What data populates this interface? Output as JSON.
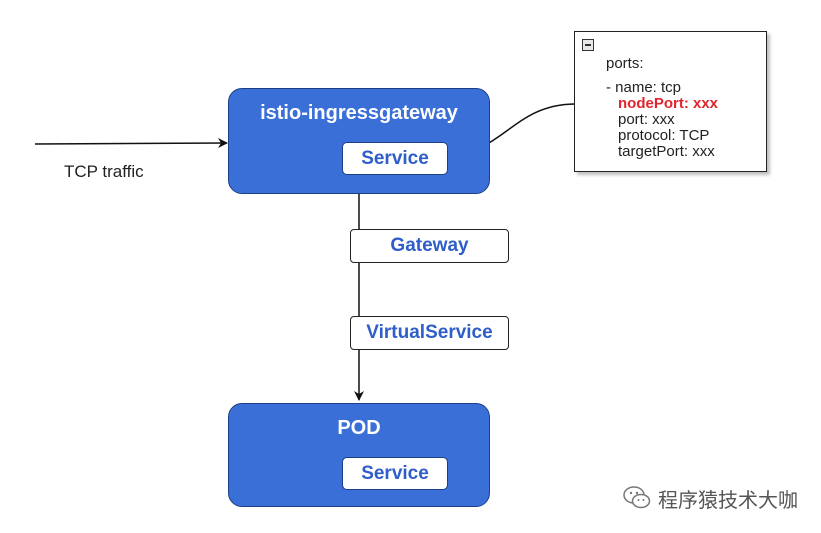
{
  "gateway_node": {
    "title": "istio-ingressgateway",
    "service_label": "Service"
  },
  "traffic_label": "TCP traffic",
  "gateway_label": "Gateway",
  "virtualservice_label": "VirtualService",
  "pod_node": {
    "title": "POD",
    "service_label": "Service"
  },
  "ports_note": {
    "lines": [
      "ports:",
      "- name: tcp",
      "nodePort: xxx",
      "port: xxx",
      "protocol: TCP",
      "targetPort: xxx"
    ],
    "highlight_color": "#e0252e"
  },
  "watermark": {
    "text": "程序猿技术大咖",
    "icon": "wechat-icon"
  },
  "colors": {
    "node_fill": "#3a6fd8",
    "node_border": "#1d3f86",
    "label_text": "#2f5ec9"
  }
}
